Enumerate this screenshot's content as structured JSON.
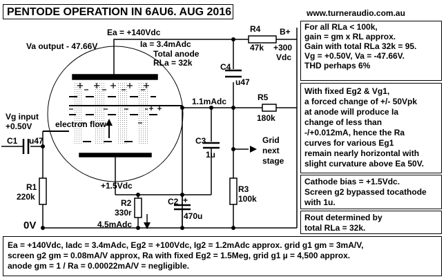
{
  "title": "PENTODE OPERATION IN 6AU6. AUG 2016",
  "website": "www.turneraudio.com.au",
  "labels": {
    "ea": "Ea = +140Vdc",
    "ia": "Ia = 3.4mAdc",
    "total_anode_1": "Total anode",
    "total_anode_2": "RLa = 32k",
    "va_output": "Va output - 47.66V",
    "r4_name": "R4",
    "r4_value": "47k",
    "bplus": "B+",
    "supply_1": "+300",
    "supply_2": "Vdc",
    "c4_name": "C4",
    "c4_value": "u47",
    "screen_current": "1.1mAdc",
    "r5_name": "R5",
    "r5_value": "180k",
    "vg_input_1": "Vg input",
    "vg_input_2": "+0.50V",
    "c1_name": "C1",
    "c1_value": "u47",
    "electron_flow": "electron flow",
    "c3_name": "C3",
    "c3_value": "1u",
    "grid_next_1": "Grid",
    "grid_next_2": "next",
    "grid_next_3": "stage",
    "r1_name": "R1",
    "r1_value": "220k",
    "cathode_v": "+1.5Vdc",
    "r2_name": "R2",
    "r2_value": "330r",
    "cathode_i": "4.5mAdc",
    "c2_name": "C2",
    "c2_plus": "+",
    "c2_value": "470u",
    "r3_name": "R3",
    "r3_value": "100k",
    "zero_v": "0V"
  },
  "notes": {
    "gain": [
      "For all RLa < 100k,",
      "gain = gm x RL approx.",
      "Gain with total RLa  32k = 95.",
      "Vg = +0.50V, Va = -47.66V.",
      "THD perhaps 6%"
    ],
    "fixed": [
      "With fixed Eg2 & Vg1,",
      "a forced change of +/- 50Vpk",
      "at anode will produce Ia",
      "change of less than",
      "-/+0.012mA, hence the Ra",
      "curves for various Eg1",
      "remain nearly horizontal with",
      "slight curvature above Ea  50V."
    ],
    "cathode": [
      "Cathode bias = +1.5Vdc.",
      "Screen g2 bypassed tocathode",
      "with 1u."
    ],
    "rout": [
      "Rout determined by",
      "total RLa = 32k."
    ]
  },
  "summary": [
    "Ea = +140Vdc, Iadc = 3.4mAdc,  Eg2 = +100Vdc, Ig2 = 1.2mAdc approx.   grid g1 gm = 3mA/V,",
    "screen g2 gm = 0.08mA/V approx,  Ra with fixed Eg2 = 1.5Meg, grid g1 µ = 4,500 approx.",
    "anode gm = 1 / Ra = 0.00022mA/V = negligible."
  ]
}
